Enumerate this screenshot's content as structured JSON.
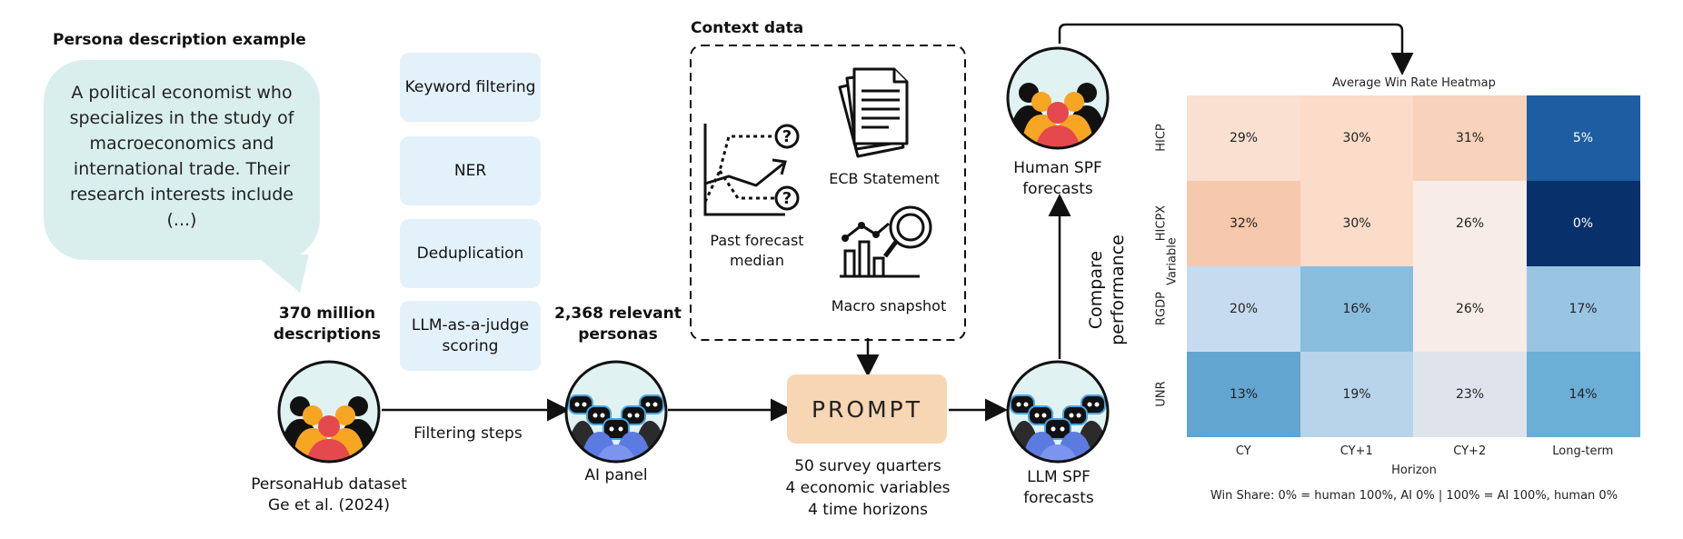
{
  "persona_example": {
    "title": "Persona description example",
    "bubble_text": "A political economist who specializes in the study of macroeconomics and international trade. Their research interests include (...)"
  },
  "persona_hub": {
    "count_label": "370 million descriptions",
    "caption_line1": "PersonaHub dataset",
    "caption_line2": "Ge et al. (2024)",
    "icon": "people-group-icon"
  },
  "filtering": {
    "steps": [
      "Keyword filtering",
      "NER",
      "Deduplication",
      "LLM-as-a-judge scoring"
    ],
    "arrow_label": "Filtering steps"
  },
  "ai_panel": {
    "count_label": "2,368 relevant personas",
    "caption": "AI panel",
    "icon": "robot-group-icon"
  },
  "context": {
    "title": "Context data",
    "items": {
      "past_forecast": "Past forecast median",
      "ecb": "ECB Statement",
      "macro": "Macro snapshot"
    }
  },
  "prompt": {
    "label": "PROMPT",
    "details": [
      "50 survey quarters",
      "4 economic variables",
      "4 time horizons"
    ],
    "color": "#f7d6b3"
  },
  "llm_spf": {
    "caption": "LLM SPF forecasts"
  },
  "human_spf": {
    "caption": "Human SPF forecasts"
  },
  "compare_label": "Compare performance",
  "colors": {
    "bubble": "#d9efee",
    "step_box": "#e3f1fb",
    "icon_bg": "#e0f2f1"
  },
  "chart_data": {
    "type": "heatmap",
    "title": "Average Win Rate Heatmap",
    "xlabel": "Horizon",
    "ylabel": "Variable",
    "x": [
      "CY",
      "CY+1",
      "CY+2",
      "Long-term"
    ],
    "y": [
      "HICP",
      "HICPX",
      "RGDP",
      "UNR"
    ],
    "values": [
      [
        29,
        30,
        31,
        5
      ],
      [
        32,
        30,
        26,
        0
      ],
      [
        20,
        16,
        26,
        17
      ],
      [
        13,
        19,
        23,
        14
      ]
    ],
    "labels": [
      [
        "29%",
        "30%",
        "31%",
        "5%"
      ],
      [
        "32%",
        "30%",
        "26%",
        "0%"
      ],
      [
        "20%",
        "16%",
        "26%",
        "17%"
      ],
      [
        "13%",
        "19%",
        "23%",
        "14%"
      ]
    ],
    "caption": "Win Share: 0% = human 100%, AI 0% | 100% = AI 100%, human 0%"
  }
}
